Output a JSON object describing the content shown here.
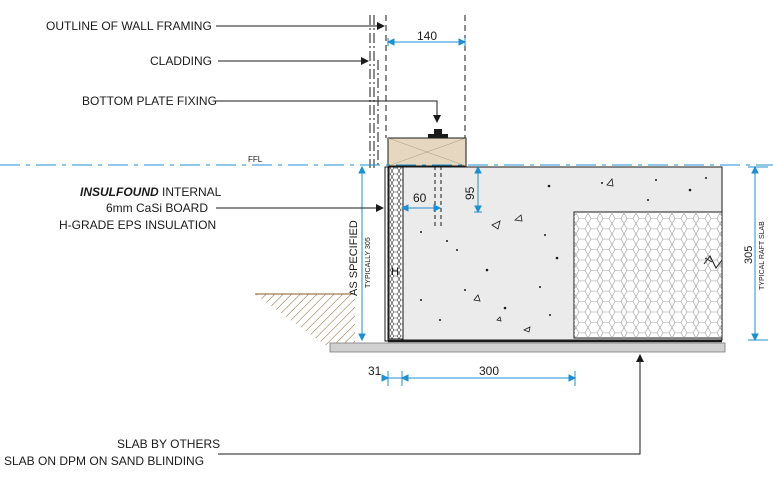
{
  "labels": {
    "outline_wall_framing": "OUTLINE OF WALL FRAMING",
    "cladding": "CLADDING",
    "bottom_plate_fixing": "BOTTOM PLATE FIXING",
    "insulfound_bold": "INSULFOUND",
    "insulfound_rest": " INTERNAL",
    "casi_board": "6mm CaSi BOARD",
    "eps_insulation": "H-GRADE EPS INSULATION",
    "slab_by_others": "SLAB BY OTHERS",
    "slab_on_dpm": "SLAB ON DPM ON SAND BLINDING",
    "ffl": "FFL",
    "as_specified": "AS SPECIFIED",
    "typically_305": "TYPICALLY 305",
    "typical_raft_slab": "TYPICAL RAFT SLAB",
    "h_mark": "H"
  },
  "dimensions": {
    "wall_width": "140",
    "dim_60": "60",
    "dim_95": "95",
    "dim_305": "305",
    "dim_31": "31",
    "dim_300": "300"
  },
  "colors": {
    "dimension": "#1f8fd0",
    "concrete": "#ebebeb",
    "timber": "#e6d8c0",
    "hatch": "#8a5a2b",
    "line": "#1a1a1a"
  }
}
